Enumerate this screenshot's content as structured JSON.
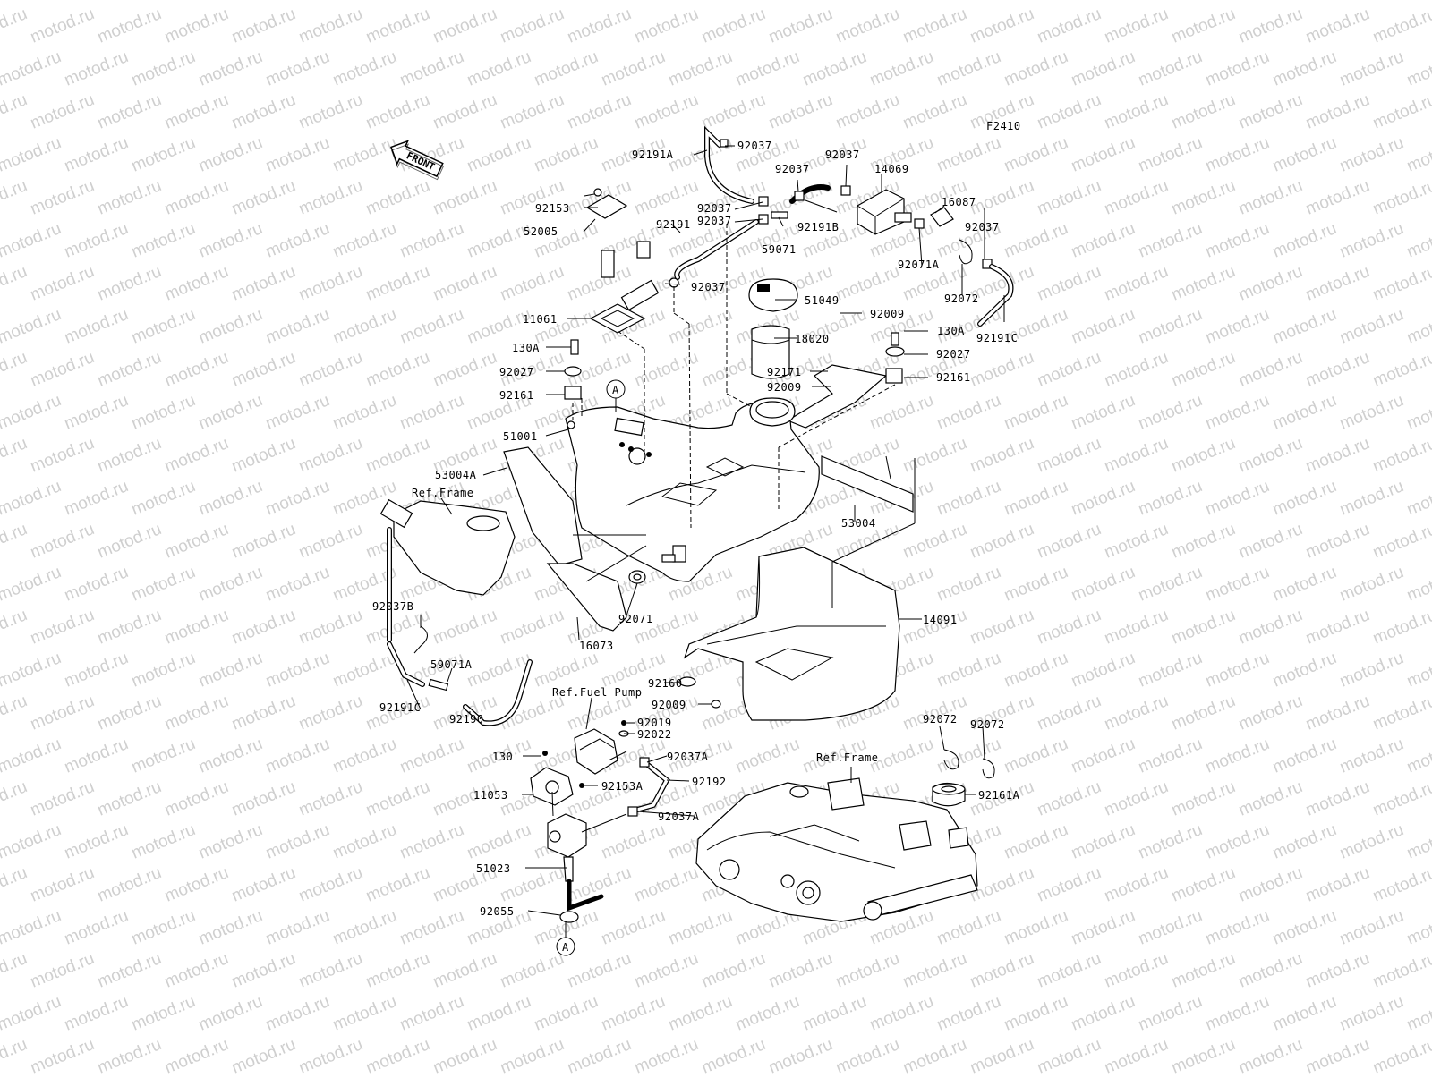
{
  "figure_code": "F2410",
  "front_label": "FRONT",
  "watermark_text": "motod.ru",
  "ref_labels": {
    "frame_top": "Ref.Frame",
    "fuel_pump": "Ref.Fuel Pump",
    "frame_bottom": "Ref.Frame"
  },
  "callouts": {
    "a_top": "A",
    "a_bottom": "A"
  },
  "parts": [
    "92191A",
    "92037",
    "92037",
    "92037",
    "14069",
    "92037",
    "92037",
    "92191B",
    "16087",
    "92037",
    "59071",
    "92191",
    "92071A",
    "92072",
    "92191C",
    "92153",
    "52005",
    "92037",
    "51049",
    "92009",
    "130A",
    "11061",
    "130A",
    "18020",
    "92027",
    "92027",
    "92171",
    "92161",
    "92161",
    "92009",
    "51001",
    "53004A",
    "53004",
    "92071",
    "16073",
    "14091",
    "92037B",
    "59071A",
    "92191C",
    "92190",
    "92160",
    "92009",
    "92019",
    "92022",
    "130",
    "92037A",
    "92153A",
    "92192",
    "11053",
    "92037A",
    "51023",
    "92055",
    "92072",
    "92072",
    "92161A"
  ]
}
